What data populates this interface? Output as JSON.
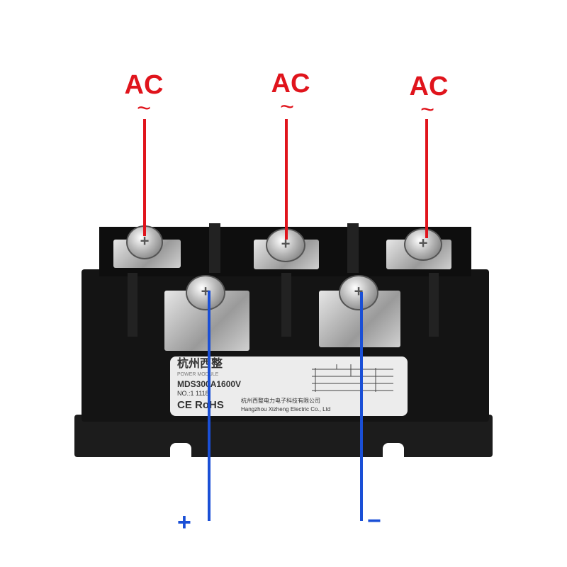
{
  "annotations": {
    "ac_labels": [
      {
        "text": "AC",
        "symbol": "~"
      },
      {
        "text": "AC",
        "symbol": "~"
      },
      {
        "text": "AC",
        "symbol": "~"
      }
    ],
    "positive": "+",
    "negative": "−",
    "colors": {
      "ac": "#e0141c",
      "dc": "#1a4fd6",
      "module": "#141414"
    }
  },
  "label": {
    "brand_cn": "杭州西整",
    "subtitle": "POWER MODULE",
    "model": "MDS300A1600V",
    "serial": "NO.:1 1118",
    "marks": "CE RoHS",
    "company_cn": "杭州西整电力电子科技有限公司",
    "company_en": "Hangzhou Xizheng Electric Co., Ltd"
  }
}
